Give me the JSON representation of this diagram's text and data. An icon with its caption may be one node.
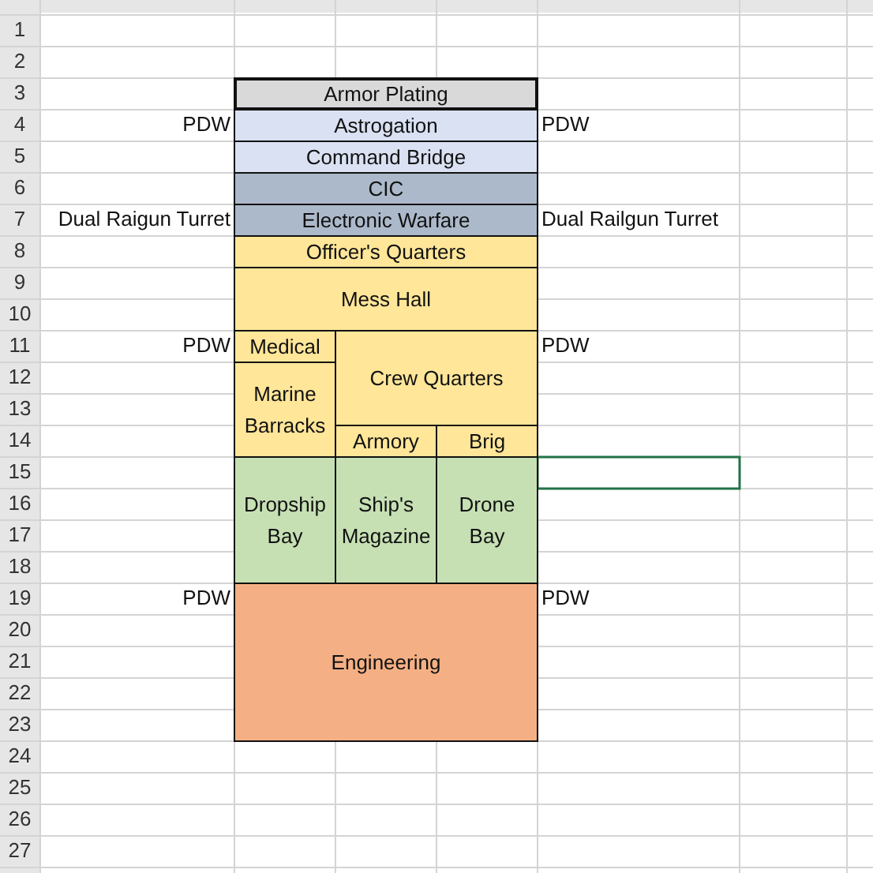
{
  "diagram": {
    "nodes": [
      {
        "text": [
          "Armor Plating"
        ]
      },
      {
        "text": [
          "Astrogation"
        ]
      },
      {
        "text": [
          "Command Bridge"
        ]
      },
      {
        "text": [
          "CIC"
        ]
      },
      {
        "text": [
          "Electronic Warfare"
        ]
      },
      {
        "text": [
          "Officer's Quarters"
        ]
      },
      {
        "text": [
          "Mess Hall"
        ]
      },
      {
        "text": [
          "Medical"
        ]
      },
      {
        "text": [
          "Marine Barracks"
        ]
      },
      {
        "text": [
          "Crew Quarters"
        ]
      },
      {
        "text": [
          "Armory"
        ]
      },
      {
        "text": [
          "Brig"
        ]
      },
      {
        "text": [
          "Dropship Bay"
        ]
      },
      {
        "text": [
          "Ship's Magazine"
        ]
      },
      {
        "text": [
          "Drone Bay"
        ]
      },
      {
        "text": [
          "Engineering"
        ]
      }
    ],
    "edges": [],
    "labels": [
      "1",
      "2",
      "3",
      "4",
      "5",
      "6",
      "7",
      "8",
      "9",
      "10",
      "11",
      "12",
      "13",
      "14",
      "15",
      "16",
      "17",
      "18",
      "19",
      "20",
      "21",
      "22",
      "23",
      "24",
      "25",
      "26",
      "27",
      "PDW",
      "PDW",
      "Dual Raigun Turret",
      "Dual Railgun Turret",
      "PDW",
      "PDW",
      "PDW",
      "PDW"
    ]
  }
}
